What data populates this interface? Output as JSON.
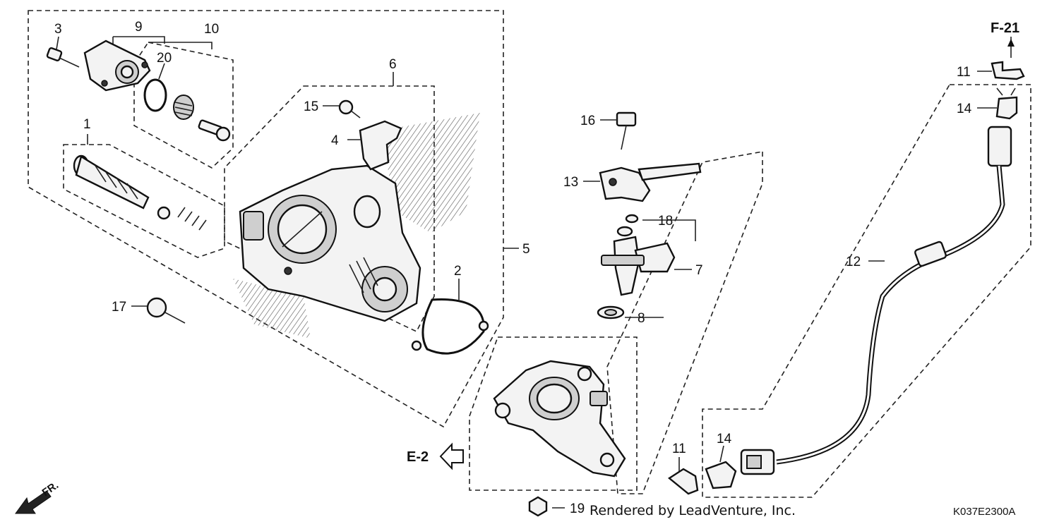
{
  "diagram": {
    "callouts": [
      "1",
      "2",
      "3",
      "4",
      "5",
      "6",
      "7",
      "8",
      "9",
      "10",
      "11",
      "11",
      "12",
      "13",
      "14",
      "14",
      "15",
      "16",
      "17",
      "18",
      "19",
      "20"
    ],
    "references": {
      "f21": "F-21",
      "e2": "E-2",
      "fr": "FR."
    },
    "credit": "Rendered by LeadVenture, Inc.",
    "diagram_code": "K037E2300A"
  }
}
